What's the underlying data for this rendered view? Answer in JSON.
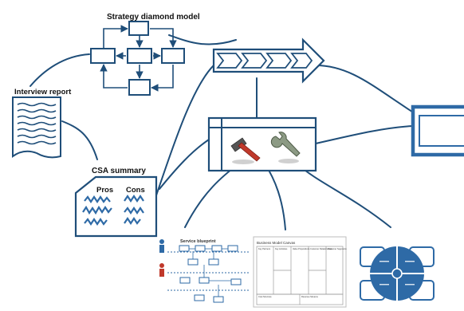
{
  "labels": {
    "strategy_diamond": "Strategy diamond model",
    "interview_report": "Interview report",
    "csa_summary": "CSA summary",
    "pros": "Pros",
    "cons": "Cons"
  },
  "thumbnails": {
    "process_title": "Service blueprint",
    "canvas_title": "Business Model Canvas",
    "canvas_cols": [
      "Key Partners",
      "Key Activities",
      "Value Propositions",
      "Customer Relationships",
      "Customer Segments"
    ],
    "canvas_bottom": [
      "Cost Structure",
      "Revenue Streams"
    ]
  },
  "colors": {
    "line": "#1f4e79",
    "accent": "#2e6aa6",
    "hammer_head": "#555555",
    "hammer_handle": "#c0392b",
    "wrench": "#6b7b63"
  },
  "icons": [
    "document-icon",
    "window-icon",
    "hammer-icon",
    "wrench-icon",
    "arrow-icon",
    "notepad-icon",
    "circle-diagram-icon"
  ]
}
